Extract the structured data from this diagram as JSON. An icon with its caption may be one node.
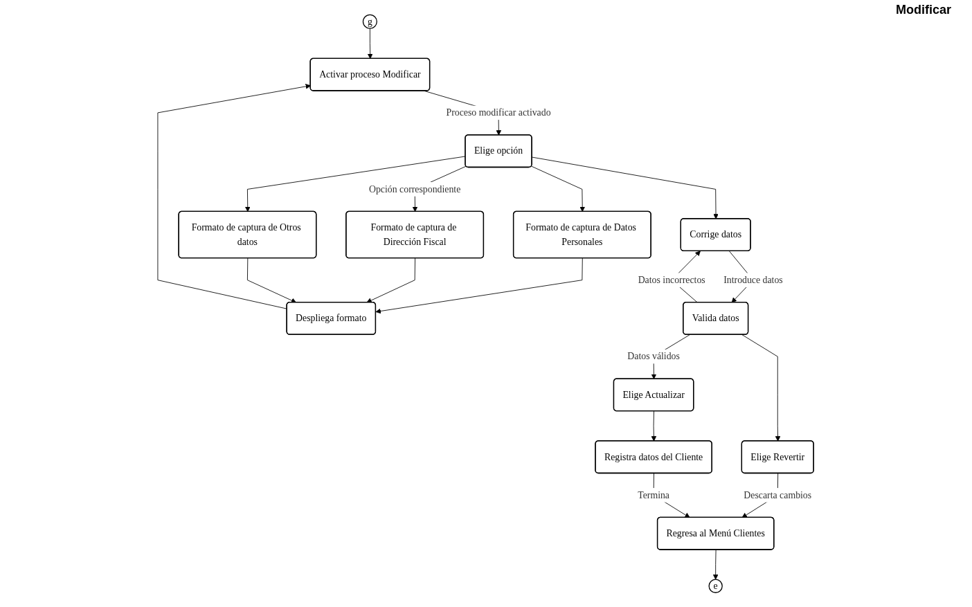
{
  "diagram": {
    "title": "Modificar",
    "nodes": [
      {
        "text": [
          "g"
        ]
      },
      {
        "text": [
          "Activar proceso Modificar"
        ]
      },
      {
        "text": [
          "Elige opción"
        ]
      },
      {
        "text": [
          "Formato de captura de Datos Personales"
        ]
      },
      {
        "text": [
          "Formato de captura de Dirección Fiscal"
        ]
      },
      {
        "text": [
          "Formato de captura de Otros datos"
        ]
      },
      {
        "text": [
          "Despliega formato"
        ]
      },
      {
        "text": [
          "e"
        ]
      },
      {
        "text": [
          "Corrige datos"
        ]
      },
      {
        "text": [
          "Elige Revertir"
        ]
      },
      {
        "text": [
          "Regresa al Menú Clientes"
        ]
      },
      {
        "text": [
          "Valida datos"
        ]
      },
      {
        "text": [
          "Elige Actualizar"
        ]
      },
      {
        "text": [
          "Registra datos del Cliente"
        ]
      }
    ],
    "edges": [
      {
        "from": 0,
        "to": 1,
        "arrow": "to"
      },
      {
        "from": 6,
        "to": 1,
        "arrow": "to"
      },
      {
        "from": 1,
        "to": 2,
        "arrow": "to",
        "label": "Proceso modificar activado"
      },
      {
        "from": 2,
        "to": 3,
        "arrow": "to"
      },
      {
        "from": 2,
        "to": 4,
        "arrow": "to",
        "label": "Opción correspondiente"
      },
      {
        "from": 2,
        "to": 5,
        "arrow": "to"
      },
      {
        "from": 3,
        "to": 6,
        "arrow": "to"
      },
      {
        "from": 4,
        "to": 6,
        "arrow": "to"
      },
      {
        "from": 5,
        "to": 6,
        "arrow": "to"
      },
      {
        "from": 2,
        "to": 8,
        "arrow": "to"
      },
      {
        "from": 8,
        "to": 11,
        "arrow": "to",
        "label": "Introduce datos"
      },
      {
        "from": 11,
        "to": 8,
        "arrow": "to",
        "label": "Datos incorrectos"
      },
      {
        "from": 11,
        "to": 9,
        "arrow": "to"
      },
      {
        "from": 11,
        "to": 12,
        "arrow": "to",
        "label": "Datos válidos"
      },
      {
        "from": 9,
        "to": 10,
        "arrow": "to",
        "label": "Descarta cambios"
      },
      {
        "from": 12,
        "to": 13,
        "arrow": "to"
      },
      {
        "from": 13,
        "to": 10,
        "arrow": "to",
        "label": "Termina"
      },
      {
        "from": 10,
        "to": 7,
        "arrow": "to"
      }
    ]
  }
}
